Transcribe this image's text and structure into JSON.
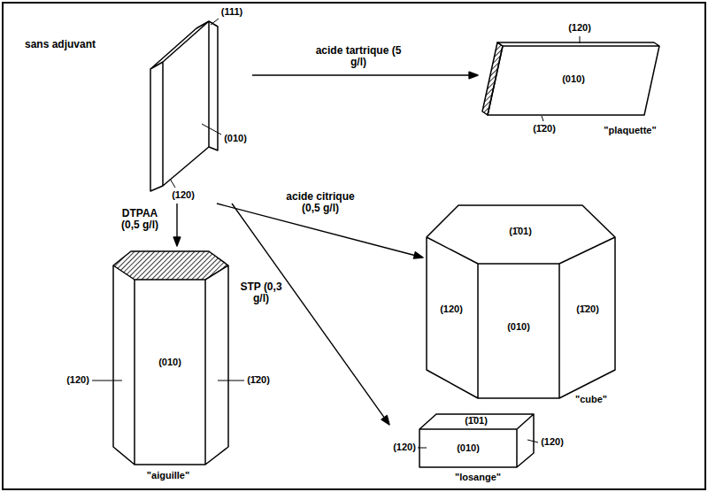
{
  "diagram": {
    "nodes": [
      {
        "text": [
          "sans adjuvant",
          "(111)",
          "(010)",
          "(120)"
        ]
      },
      {
        "text": [
          "(120)",
          "(010)",
          "(1̄20)",
          "\"plaquette\""
        ]
      },
      {
        "text": [
          "(1̄01)",
          "(120)",
          "(010)",
          "(1̄20)",
          "\"cube\""
        ]
      },
      {
        "text": [
          "(120)",
          "(010)",
          "(1̄20)",
          "\"aiguille\""
        ]
      },
      {
        "text": [
          "(1̄01)",
          "(120)",
          "(010)",
          "(120)",
          "\"losange\""
        ]
      }
    ],
    "edges": [
      {
        "from": 0,
        "to": 1,
        "arrow": "to",
        "label": "acide tartrique (5 g/l)"
      },
      {
        "from": 0,
        "to": 2,
        "arrow": "to",
        "label": "acide citrique (0,5 g/l)"
      },
      {
        "from": 0,
        "to": 3,
        "arrow": "to",
        "label": "DTPAA (0,5 g/l)"
      },
      {
        "from": 0,
        "to": 4,
        "arrow": "to",
        "label": "STP (0,3 g/l)"
      }
    ]
  }
}
